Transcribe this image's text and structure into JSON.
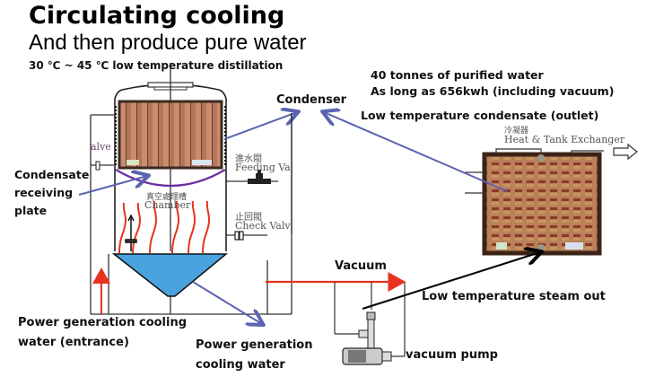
{
  "title": "Circulating cooling",
  "subtitle": "And then produce pure water",
  "temp_range": "30 ℃ ~ 45 ℃ low temperature distillation",
  "info": {
    "line1": "40 tonnes of purified water",
    "line2": "As long as 656kwh (including vacuum)"
  },
  "labels": {
    "condenser": "Condenser",
    "condensate_outlet": "Low temperature condensate (outlet)",
    "condensate_plate": [
      "Condensate",
      "receiving",
      "plate"
    ],
    "vacuum": "Vacuum",
    "steam_out": "Low temperature steam out",
    "cooling_entrance": [
      "Power generation cooling",
      "water (entrance)"
    ],
    "cooling_water": [
      "Power generation",
      "cooling water"
    ],
    "vacuum_pump": "vacuum pump"
  },
  "equipment_text": {
    "valve_partial": "alve",
    "feeding_valve_cn": "進水閥",
    "feeding_valve_en": "Feeding Va",
    "chamber_cn": "真空處理槽",
    "chamber_en": "Chamber",
    "check_valve_cn": "止回閥",
    "check_valve_en": "Check Valv",
    "exchanger_cn": "冷凝器",
    "exchanger_en": "Heat & Tank Exchanger"
  },
  "colors": {
    "water": "#4aa3df",
    "hot_line": "#e8321e",
    "pointer": "#5b64b0",
    "plate_arc": "#6a2fa0",
    "panel": "#b5704f"
  }
}
